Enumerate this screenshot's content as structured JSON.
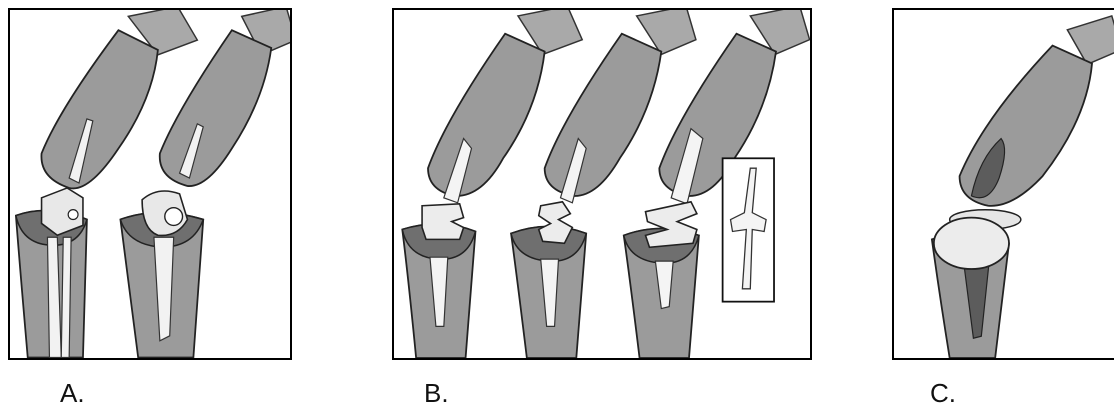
{
  "panels": [
    {
      "id": "A",
      "label": "A."
    },
    {
      "id": "B",
      "label": "B."
    },
    {
      "id": "C",
      "label": "C."
    }
  ]
}
